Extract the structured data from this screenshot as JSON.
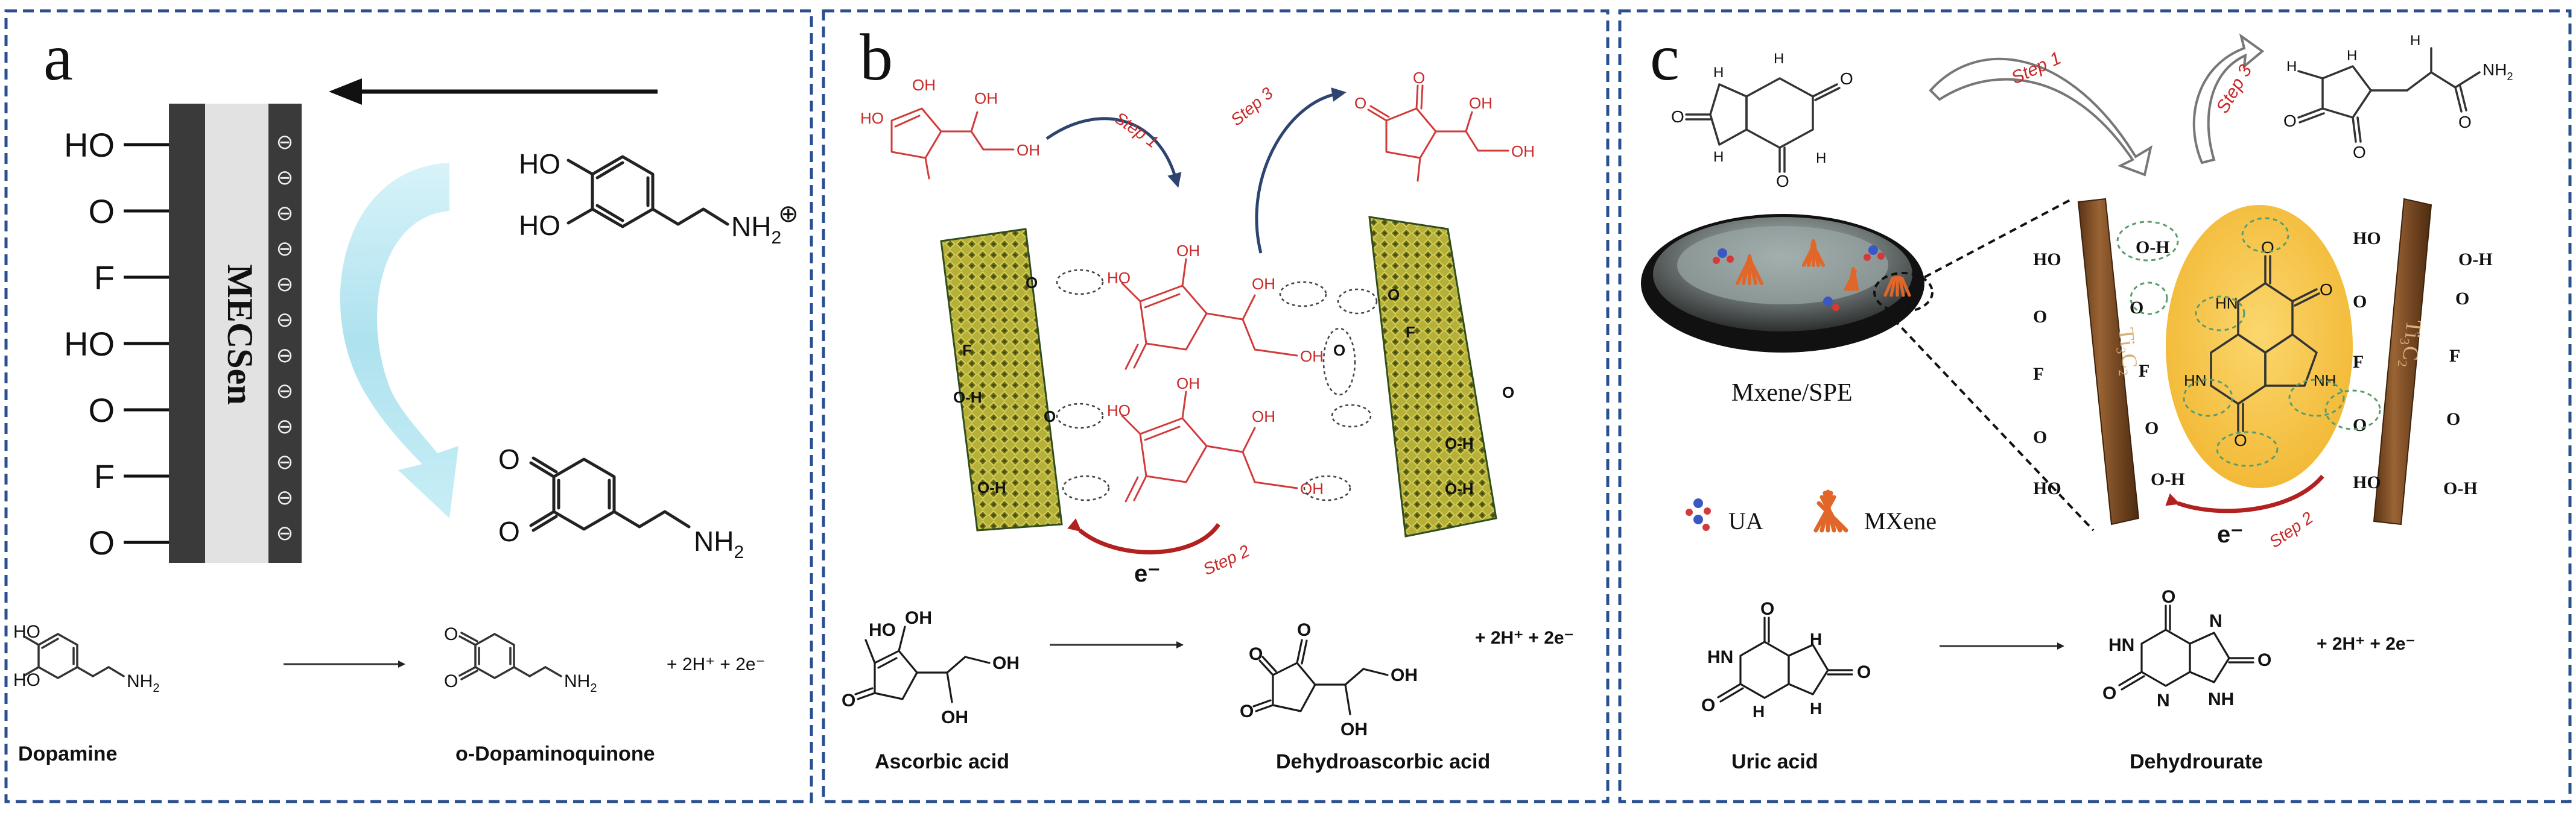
{
  "panels": {
    "a": {
      "letter": "a",
      "sensor_label": "MECSen",
      "surface_groups": [
        "HO",
        "O",
        "F",
        "HO",
        "O",
        "F",
        "O"
      ],
      "charge_symbol": "⊖",
      "nh2_plus": "NH",
      "nh2_plus_sub": "2",
      "plus": "⊕",
      "ho1": "HO",
      "ho2": "HO",
      "o1": "O",
      "o2": "O",
      "nh2": "NH",
      "nh2_sub": "2",
      "reactant_name": "Dopamine",
      "product_name": "o-Dopaminoquinone",
      "byproducts": "+ 2H⁺ + 2e⁻",
      "eq_ho1": "HO",
      "eq_ho2": "HO",
      "eq_nh2": "NH",
      "eq_nh2_sub": "2",
      "eq_o1": "O",
      "eq_o2": "O",
      "eq_nh2b": "NH",
      "eq_nh2b_sub": "2"
    },
    "b": {
      "letter": "b",
      "step1": "Step 1",
      "step2": "Step 2",
      "step3": "Step 3",
      "electron": "e⁻",
      "left_groups": [
        "O",
        "F",
        "O-H",
        "O",
        "O-H"
      ],
      "right_groups": [
        "O",
        "O",
        "F",
        "O",
        "O-H",
        "O-H"
      ],
      "reactant_name": "Ascorbic acid",
      "product_name": "Dehydroascorbic acid",
      "byproducts": "+ 2H⁺ + 2e⁻",
      "oh": "OH",
      "ho": "HO",
      "o": "O"
    },
    "c": {
      "letter": "c",
      "step1": "Step 1",
      "step2": "Step 2",
      "step3": "Step 3",
      "electron": "e⁻",
      "electrode_label": "Mxene/SPE",
      "legend_ua": "UA",
      "legend_mxene": "MXene",
      "sheet_label": "Ti₃C₂",
      "left_groups": [
        "HO",
        "O",
        "F",
        "O",
        "HO"
      ],
      "left_ohs": [
        "O-H",
        "O",
        "F",
        "O",
        "O-H"
      ],
      "right_groups": [
        "HO",
        "O",
        "F",
        "O",
        "HO"
      ],
      "right_ohs": [
        "O-H",
        "O",
        "F",
        "O",
        "O-H"
      ],
      "reactant_name": "Uric acid",
      "product_name": "Dehydrourate",
      "byproducts": "+ 2H⁺ + 2e⁻",
      "h": "H",
      "n": "N",
      "o": "O",
      "hn": "HN",
      "nh": "NH",
      "nh2": "NH",
      "nh2_sub": "2"
    }
  },
  "colors": {
    "panel_border": "#2a4f8f",
    "electrode_dark": "#3a3a3a",
    "electrode_light": "#e2e2e2",
    "arrow_cyan": "#bfe8f2",
    "red_text": "#c82828",
    "mxene_olive": "#8d8a1e",
    "mxene_dark": "#2f4d1e",
    "yellow_blob": "#f5c64a",
    "wood_brown": "#7a4b25"
  }
}
